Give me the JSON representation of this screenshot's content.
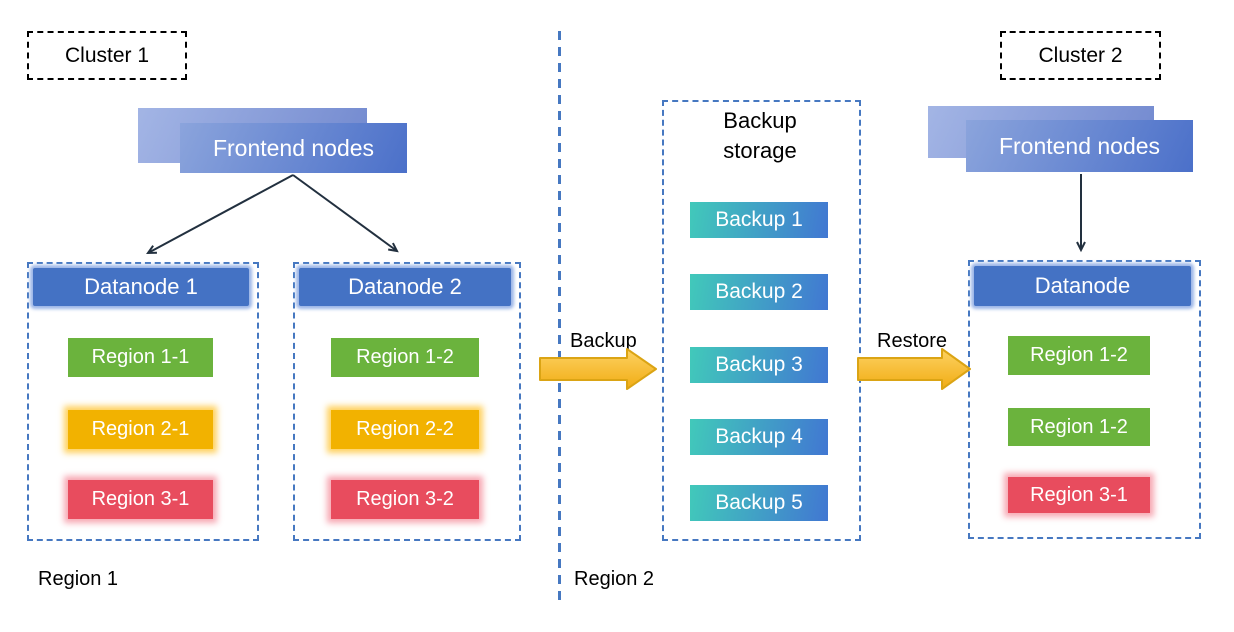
{
  "colors": {
    "container_border": "#4678c1",
    "cluster_border": "#000000",
    "datanode_fill": "#4472c4",
    "datanode_glow": "#96b1e6",
    "fe_front_light": "#8ba4dc",
    "fe_front_dark": "#4b70c9",
    "fe_back_light": "#a3b5e5",
    "fe_back_dark": "#7289cf",
    "region_green": "#6bb33d",
    "region_amber": "#f2b200",
    "amber_glow": "#ffcc4d",
    "region_red": "#e84c5e",
    "red_glow": "#f699a6",
    "backup_teal": "#41c9ba",
    "backup_blue": "#4177d2",
    "flow_arrow_fill": "#f7c325",
    "flow_arrow_border": "#dba414",
    "connector_line": "#22303f",
    "text_light": "#ffffff",
    "text_dark": "#000000"
  },
  "cluster1": {
    "label": "Cluster 1",
    "frontend_label": "Frontend nodes",
    "region_label": "Region 1",
    "datanodes": [
      {
        "title": "Datanode 1",
        "regions": [
          {
            "label": "Region 1-1",
            "type": "green"
          },
          {
            "label": "Region 2-1",
            "type": "amber"
          },
          {
            "label": "Region 3-1",
            "type": "red"
          }
        ]
      },
      {
        "title": "Datanode 2",
        "regions": [
          {
            "label": "Region 1-2",
            "type": "green"
          },
          {
            "label": "Region 2-2",
            "type": "amber"
          },
          {
            "label": "Region 3-2",
            "type": "red"
          }
        ]
      }
    ]
  },
  "backup_storage": {
    "title": "Backup storage",
    "items": [
      "Backup 1",
      "Backup 2",
      "Backup 3",
      "Backup 4",
      "Backup 5"
    ]
  },
  "flows": {
    "backup_label": "Backup",
    "restore_label": "Restore"
  },
  "cluster2": {
    "label": "Cluster 2",
    "frontend_label": "Frontend nodes",
    "region_label": "Region 2",
    "datanode": {
      "title": "Datanode",
      "regions": [
        {
          "label": "Region 1-2",
          "type": "green"
        },
        {
          "label": "Region 1-2",
          "type": "green"
        },
        {
          "label": "Region 3-1",
          "type": "red"
        }
      ]
    }
  }
}
